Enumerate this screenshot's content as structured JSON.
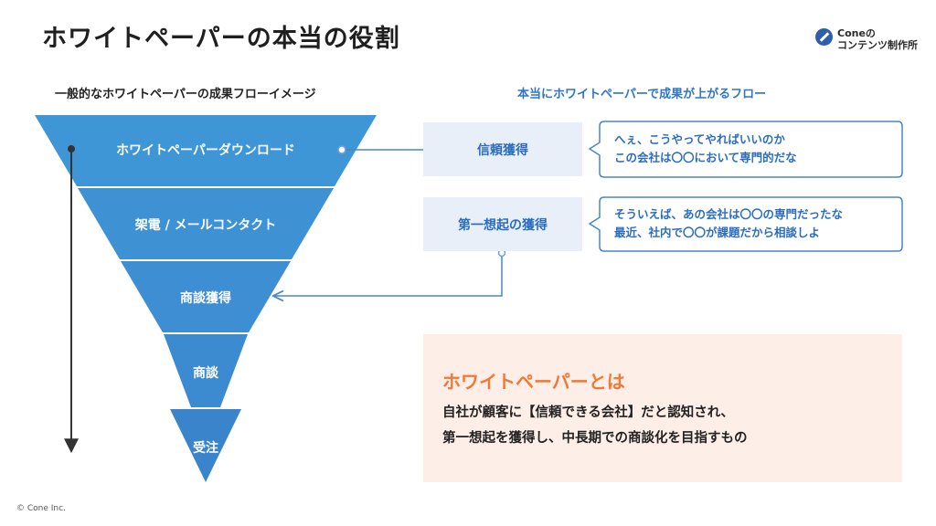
{
  "title": "ホワイトペーパーの本当の役割",
  "logo": {
    "line1": "Coneの",
    "line2": "コンテンツ制作所"
  },
  "left_heading": "一般的なホワイトペーパーの成果フローイメージ",
  "right_heading": "本当にホワイトペーパーで成果が上がるフロー",
  "funnel": [
    "ホワイトペーパーダウンロード",
    "架電 / メールコンタクト",
    "商談獲得",
    "商談",
    "受注"
  ],
  "steps": [
    {
      "label": "信頼獲得",
      "bubble": [
        "へぇ、こうやってやればいいのか",
        "この会社は〇〇において専門的だな"
      ]
    },
    {
      "label": "第一想起の獲得",
      "bubble": [
        "そういえば、あの会社は〇〇の専門だったな",
        "最近、社内で〇〇が課題だから相談しよ"
      ]
    }
  ],
  "whitepaper": {
    "heading": "ホワイトペーパーとは",
    "lines": [
      "自社が顧客に【信頼できる会社】だと認知され、",
      "第一想起を獲得し、中長期での商談化を目指すもの"
    ]
  },
  "copyright": "© Cone Inc.",
  "colors": {
    "funnel_top": "#3f96d6",
    "funnel_bottom": "#3a83cc",
    "accent_blue": "#2e76c8",
    "accent_orange": "#ef7a35",
    "step_bg": "#e9eff9",
    "summary_bg": "#fdeee7"
  }
}
